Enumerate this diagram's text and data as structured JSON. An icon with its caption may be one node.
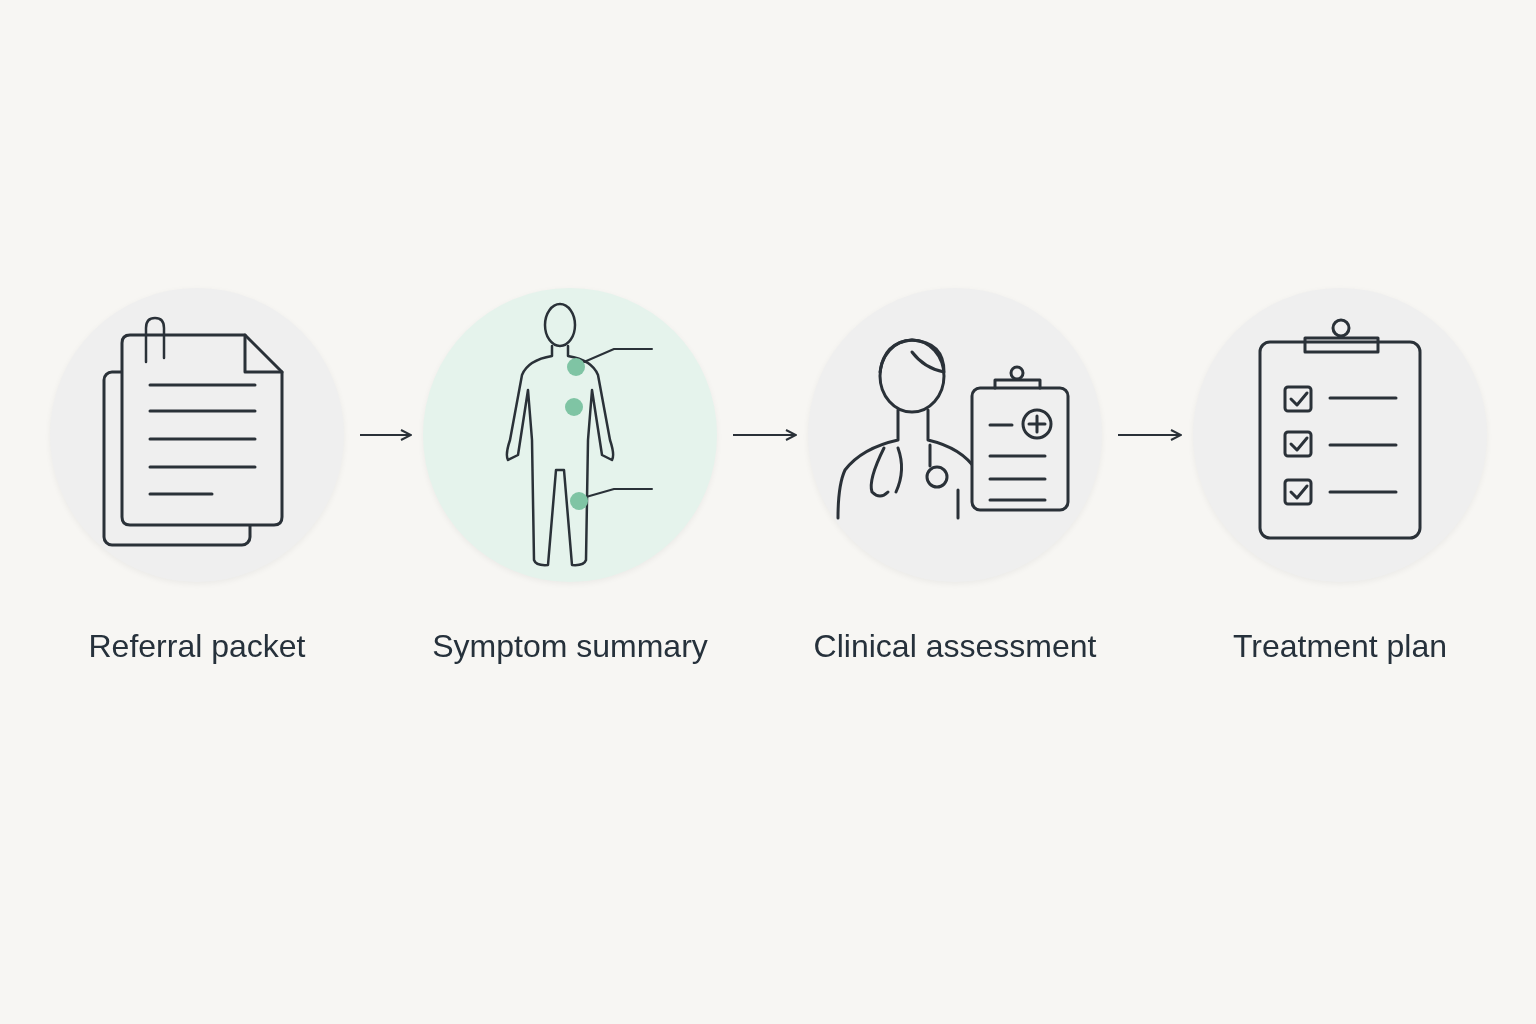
{
  "diagram": {
    "nodes": [
      {
        "text": [
          "Referral packet"
        ]
      },
      {
        "text": [
          "Symptom summary"
        ]
      },
      {
        "text": [
          "Clinical assessment"
        ]
      },
      {
        "text": [
          "Treatment plan"
        ]
      }
    ],
    "edges": [
      {
        "from": 0,
        "to": 1,
        "arrow": "to"
      },
      {
        "from": 1,
        "to": 2,
        "arrow": "to"
      },
      {
        "from": 2,
        "to": 3,
        "arrow": "to"
      }
    ]
  }
}
